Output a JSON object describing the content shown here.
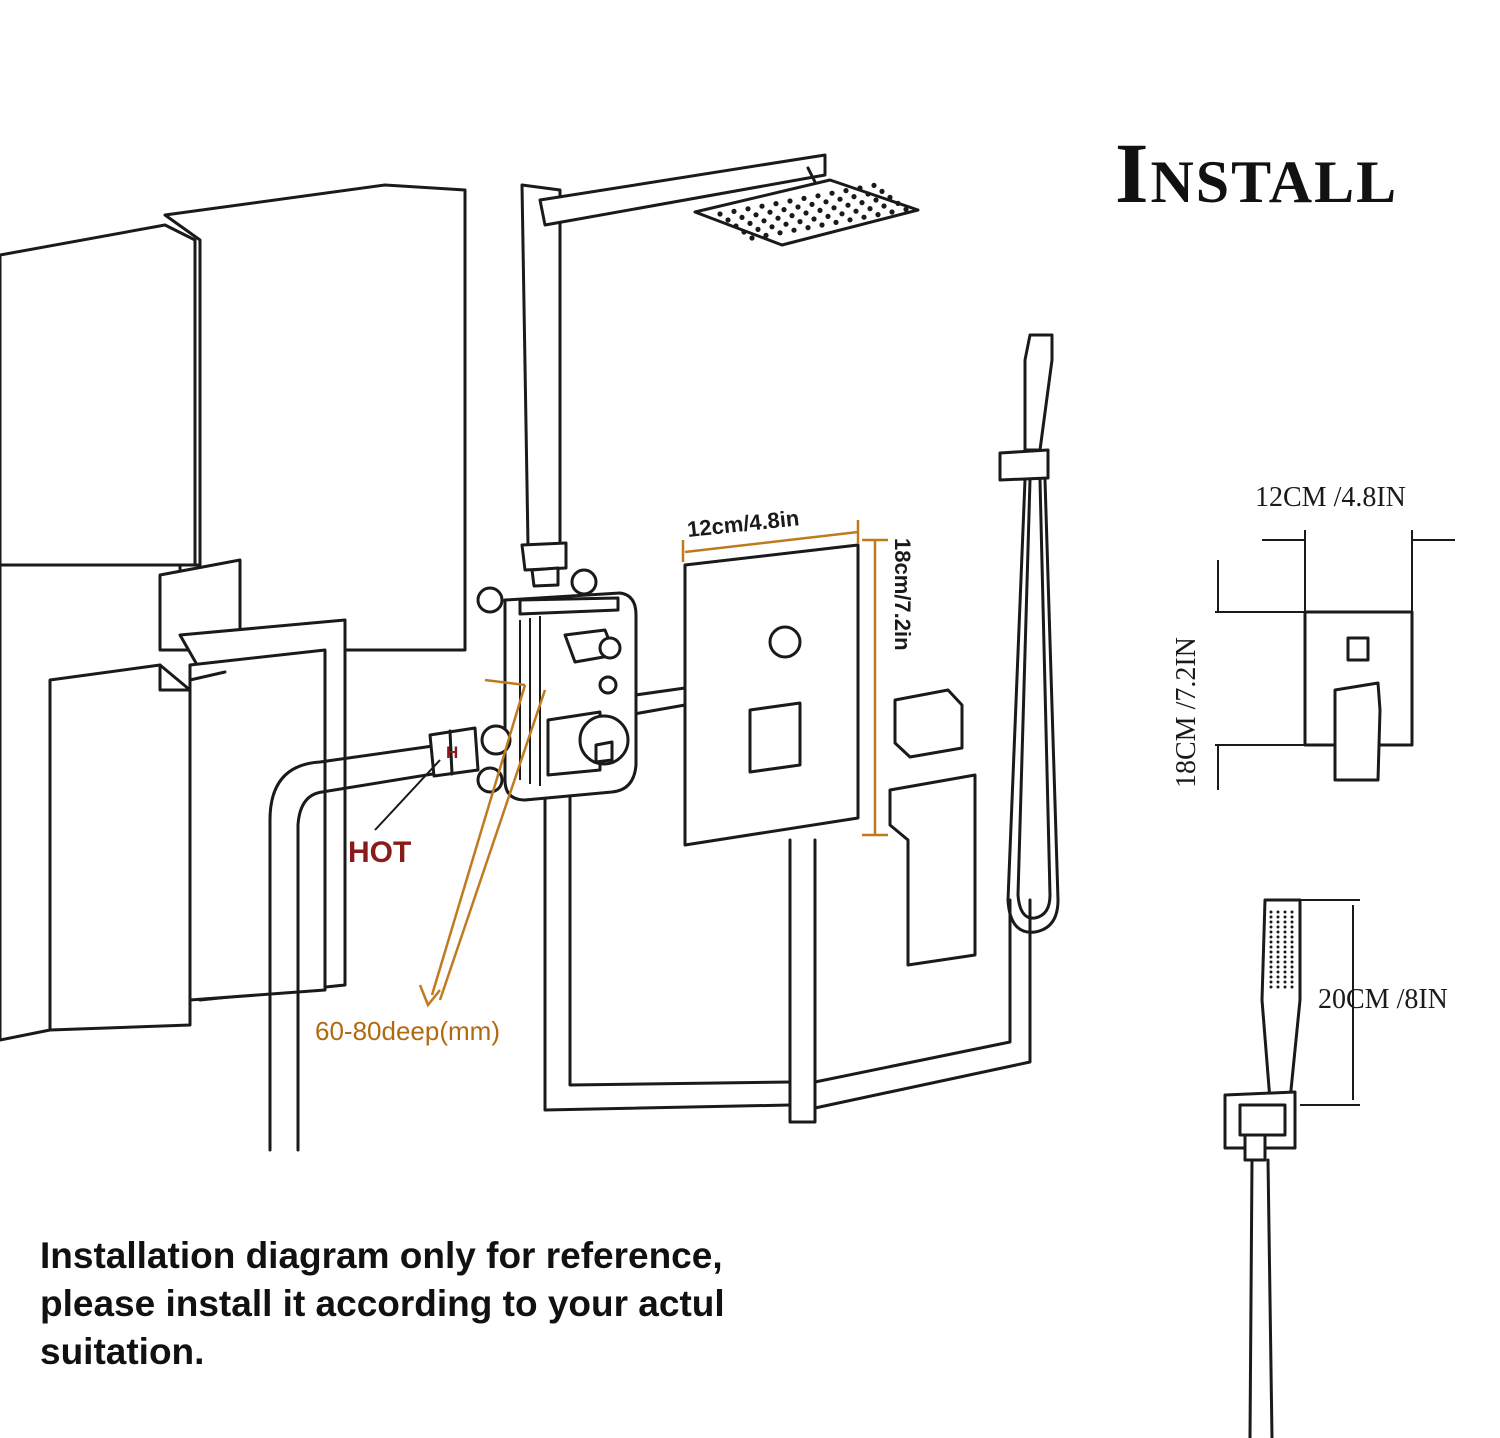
{
  "title": "Install",
  "note": {
    "line1": "Installation diagram only for reference,",
    "line2": "please install it according to your actul",
    "line3": "suitation."
  },
  "main_diagram": {
    "hot_label": "HOT",
    "inlet_marker": "H",
    "depth_label": "60-80deep(mm)",
    "plate_width_label": "12cm/4.8in",
    "plate_height_label": "18cm/7.2in"
  },
  "valve_detail": {
    "width_label": "12CM /4.8IN",
    "height_label": "18CM /7.2IN"
  },
  "handshower_detail": {
    "length_label": "20CM /8IN"
  },
  "colors": {
    "line": "#1a1a1a",
    "dimension": "#c07a1e",
    "hot": "#8b1a1a"
  }
}
